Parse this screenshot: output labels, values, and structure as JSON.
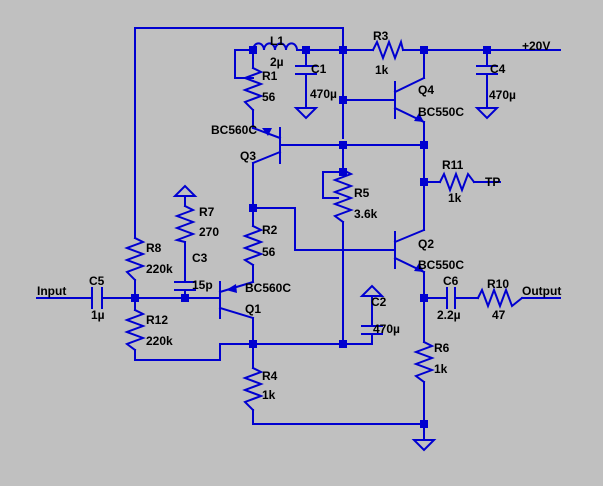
{
  "colors": {
    "background": "#c0c0c0",
    "wire": "#0000d0",
    "text": "#000000"
  },
  "supply": {
    "label": "+20V"
  },
  "ports": {
    "input": "Input",
    "output": "Output",
    "test_point": "TP"
  },
  "components": {
    "L1": {
      "ref": "L1",
      "value": "2µ"
    },
    "R1": {
      "ref": "R1",
      "value": "56"
    },
    "R2": {
      "ref": "R2",
      "value": "56"
    },
    "R3": {
      "ref": "R3",
      "value": "1k"
    },
    "R4": {
      "ref": "R4",
      "value": "1k"
    },
    "R5": {
      "ref": "R5",
      "value": "3.6k"
    },
    "R6": {
      "ref": "R6",
      "value": "1k"
    },
    "R7": {
      "ref": "R7",
      "value": "270"
    },
    "R8": {
      "ref": "R8",
      "value": "220k"
    },
    "R10": {
      "ref": "R10",
      "value": "47"
    },
    "R11": {
      "ref": "R11",
      "value": "1k"
    },
    "R12": {
      "ref": "R12",
      "value": "220k"
    },
    "C1": {
      "ref": "C1",
      "value": "470µ"
    },
    "C2": {
      "ref": "C2",
      "value": "470µ"
    },
    "C3": {
      "ref": "C3",
      "value": "15p"
    },
    "C4": {
      "ref": "C4",
      "value": "470µ"
    },
    "C5": {
      "ref": "C5",
      "value": "1µ"
    },
    "C6": {
      "ref": "C6",
      "value": "2.2µ"
    },
    "Q1": {
      "ref": "Q1",
      "value": "BC560C"
    },
    "Q2": {
      "ref": "Q2",
      "value": "BC550C"
    },
    "Q3": {
      "ref": "Q3",
      "value": "BC560C"
    },
    "Q4": {
      "ref": "Q4",
      "value": "BC550C"
    }
  }
}
